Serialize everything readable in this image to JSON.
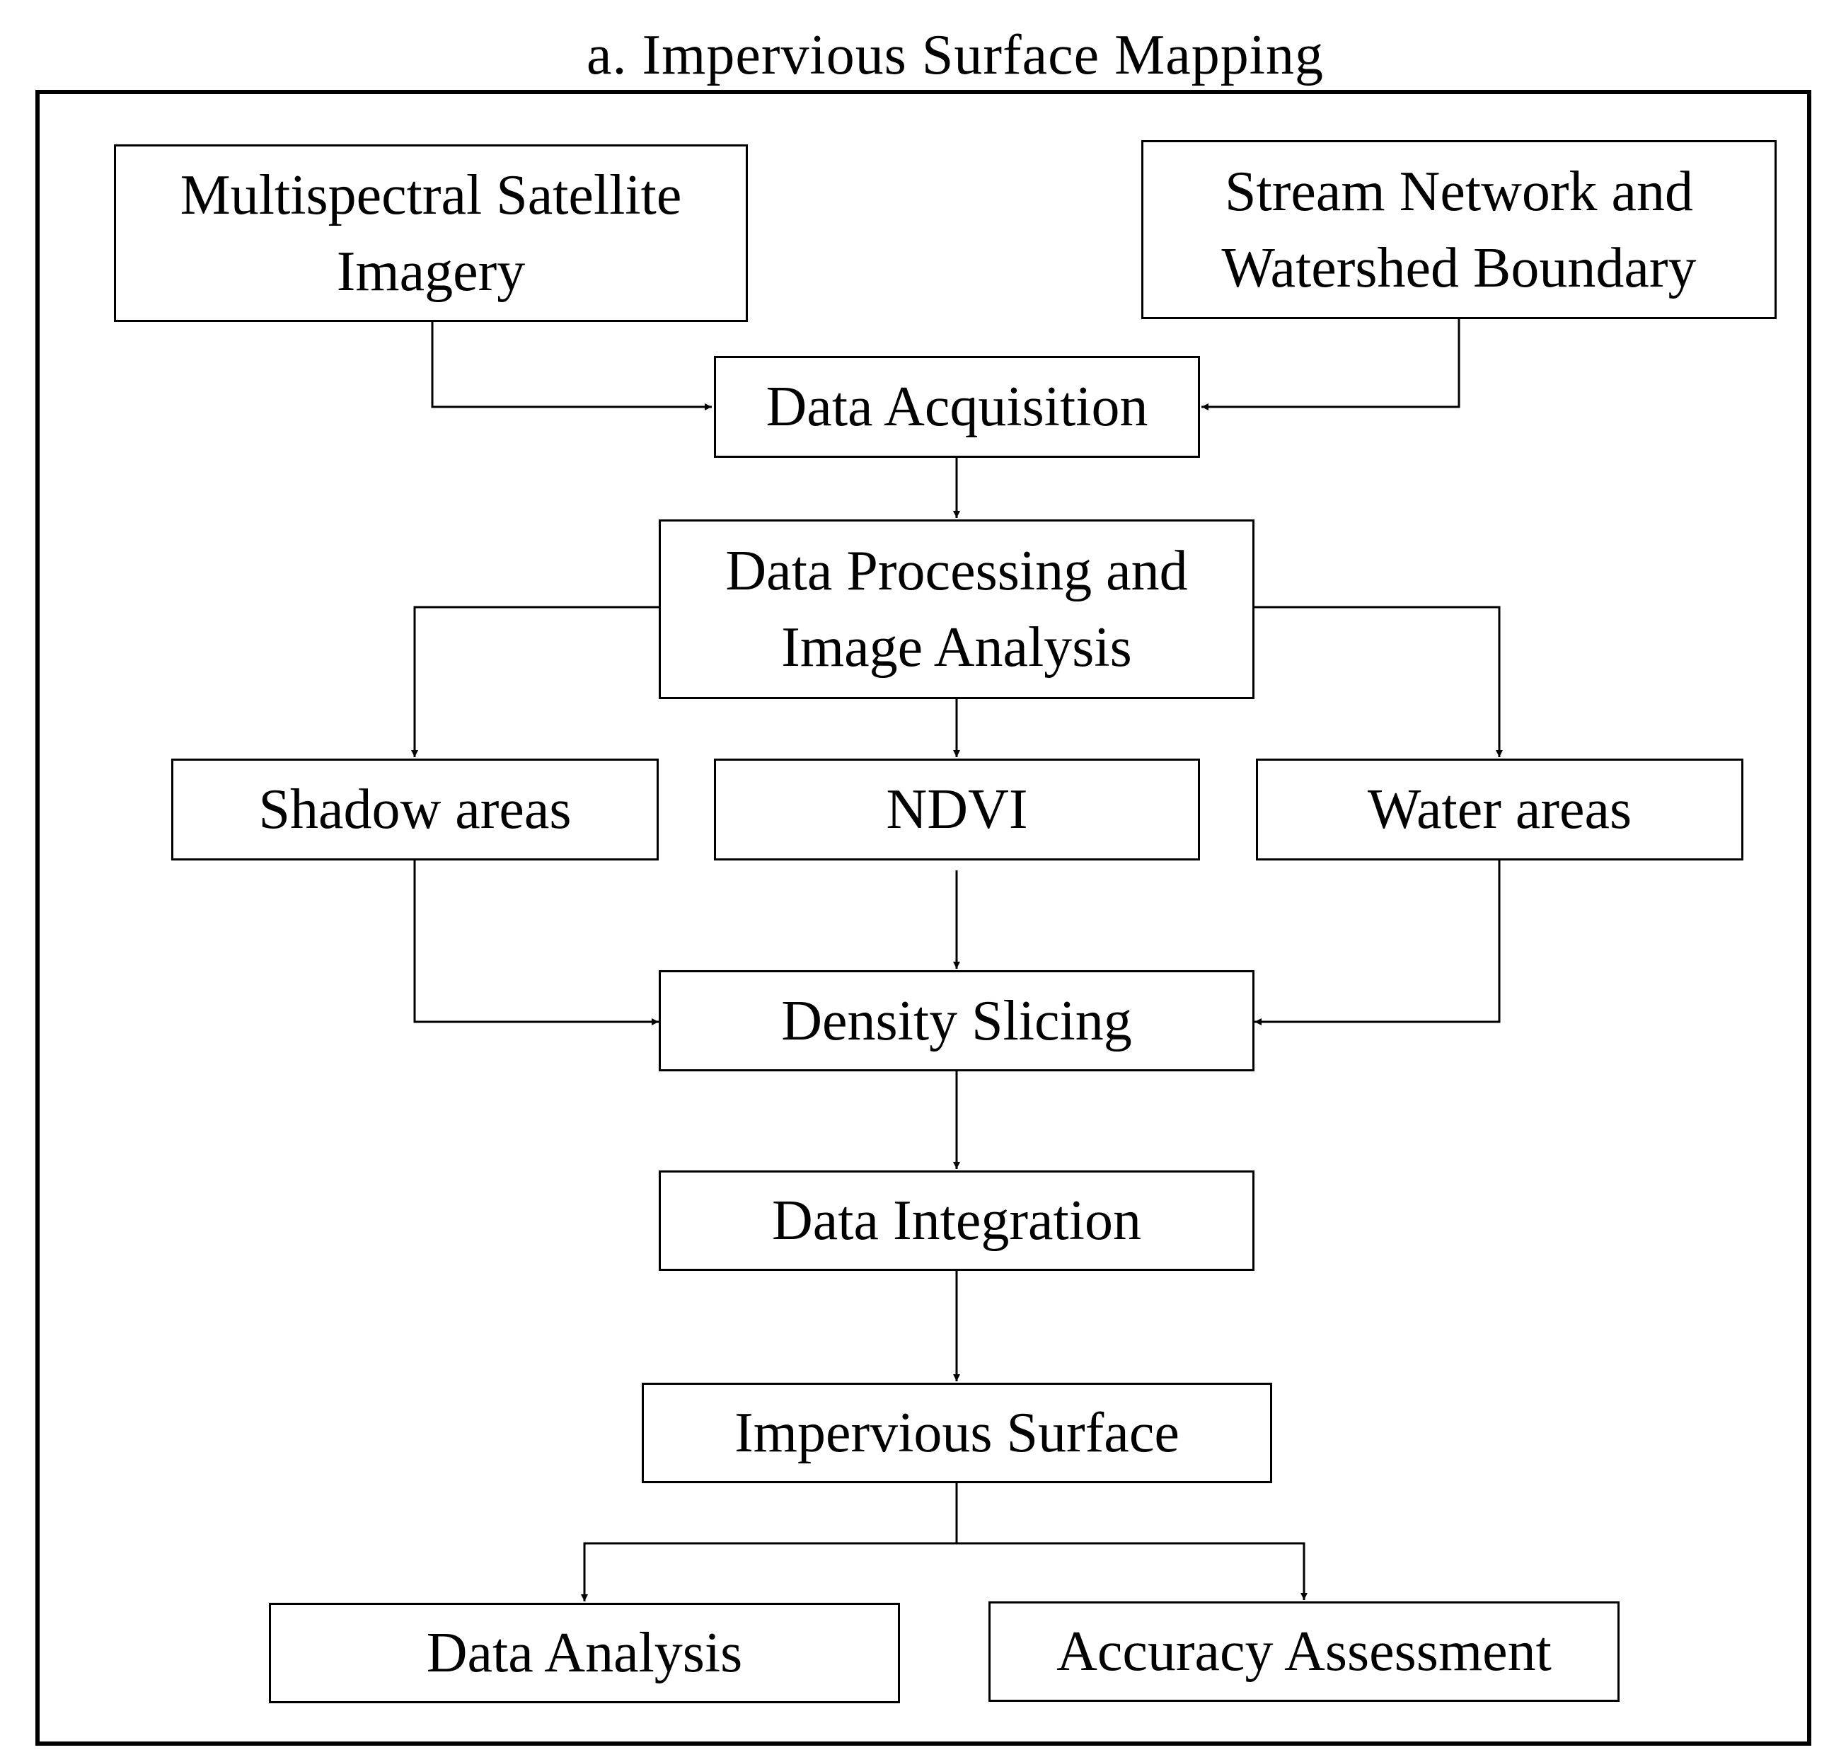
{
  "title": "a. Impervious Surface Mapping",
  "colors": {
    "line": "#000000",
    "background": "#ffffff"
  },
  "nodes": {
    "satellite": "Multispectral Satellite\nImagery",
    "stream": "Stream Network and\nWatershed Boundary",
    "acquisition": "Data Acquisition",
    "processing": "Data Processing and\nImage Analysis",
    "shadow": "Shadow areas",
    "ndvi": "NDVI",
    "water": "Water areas",
    "density": "Density Slicing",
    "integration": "Data Integration",
    "impervious": "Impervious Surface",
    "analysis": "Data Analysis",
    "accuracy": "Accuracy Assessment"
  },
  "edges": [
    {
      "from": "satellite",
      "to": "acquisition"
    },
    {
      "from": "stream",
      "to": "acquisition"
    },
    {
      "from": "acquisition",
      "to": "processing"
    },
    {
      "from": "processing",
      "to": "shadow"
    },
    {
      "from": "processing",
      "to": "ndvi"
    },
    {
      "from": "processing",
      "to": "water"
    },
    {
      "from": "shadow",
      "to": "density"
    },
    {
      "from": "ndvi",
      "to": "density"
    },
    {
      "from": "water",
      "to": "density"
    },
    {
      "from": "density",
      "to": "integration"
    },
    {
      "from": "integration",
      "to": "impervious"
    },
    {
      "from": "impervious",
      "to": "analysis"
    },
    {
      "from": "impervious",
      "to": "accuracy"
    }
  ]
}
